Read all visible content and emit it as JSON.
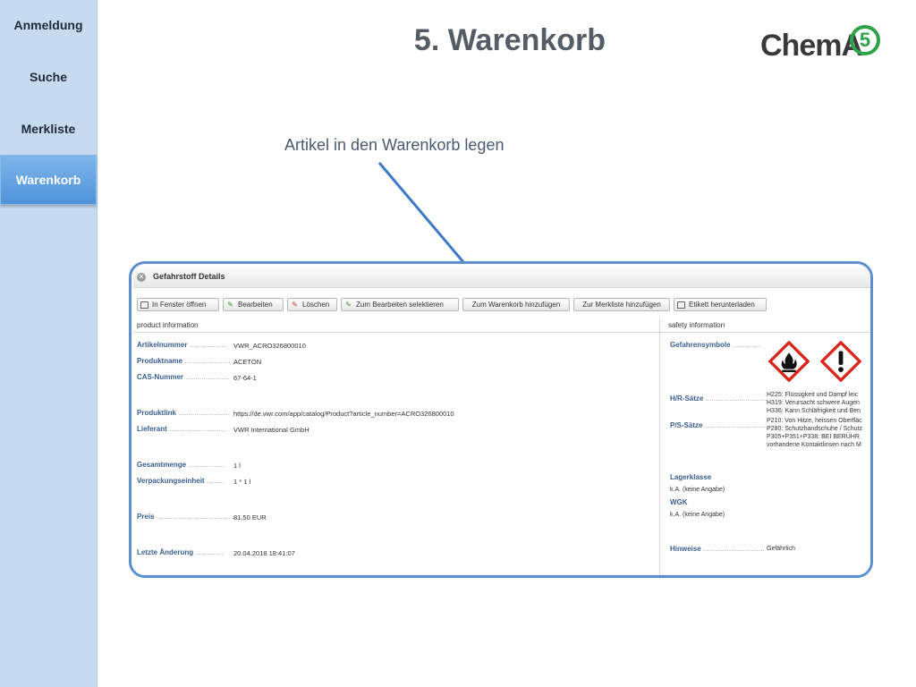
{
  "sidebar": {
    "items": [
      {
        "label": "Anmeldung",
        "active": false
      },
      {
        "label": "Suche",
        "active": false
      },
      {
        "label": "Merkliste",
        "active": false
      },
      {
        "label": "Warenkorb",
        "active": true
      }
    ]
  },
  "slide": {
    "title": "5. Warenkorb",
    "annotation": "Artikel in den Warenkorb legen"
  },
  "logo": {
    "text": "ChemA",
    "badge": "5"
  },
  "panel": {
    "title": "Gefahrstoff Details",
    "toolbar": [
      {
        "label": "In Fenster öffnen",
        "icon": "window-icon"
      },
      {
        "label": "Bearbeiten",
        "icon": "pencil-icon"
      },
      {
        "label": "Löschen",
        "icon": "delete-icon"
      },
      {
        "label": "Zum Bearbeiten selektieren",
        "icon": "pencil-icon"
      },
      {
        "label": "Zum Warenkorb hinzufügen",
        "icon": ""
      },
      {
        "label": "Zur Merkliste hinzufügen",
        "icon": ""
      },
      {
        "label": "Etikett herunterladen",
        "icon": "label-icon"
      }
    ],
    "sections": {
      "left": "product information",
      "right": "safety information"
    },
    "product": [
      {
        "label": "Artikelnummer",
        "dots": "...................",
        "value": "VWR_ACRO326800010"
      },
      {
        "label": "Produktname",
        "dots": ".......................",
        "value": "ACETON"
      },
      {
        "label": "CAS-Nummer",
        "dots": "......................",
        "value": "67-64-1"
      },
      {
        "label": "Produktlink",
        "dots": "..........................",
        "value": "https://de.vwr.com/app/catalog/Product?article_number=ACRO326800010"
      },
      {
        "label": "Lieferant",
        "dots": ".............................",
        "value": "VWR International GmbH"
      },
      {
        "label": "Gesamtmenge",
        "dots": "...................",
        "value": "1 l"
      },
      {
        "label": "Verpackungseinheit",
        "dots": ".........",
        "value": "1 * 1 l"
      },
      {
        "label": "Preis",
        "dots": "...........................................",
        "value": "81,50 EUR"
      },
      {
        "label": "Letzte Änderung",
        "dots": "..............",
        "value": "20.04.2018 18:41:07"
      }
    ],
    "safety": {
      "gefahrensymbole_label": "Gefahrensymbole",
      "gefahrensymbole_dots": "..............",
      "hr_label": "H/R-Sätze",
      "hr_dots": "...............................",
      "hr_lines": [
        "H225: Flüssigkeit und Dampf leic",
        "H319: Verursacht schwere Augen",
        "H336: Kann Schläfrigkeit und Ben"
      ],
      "ps_label": "P/S-Sätze",
      "ps_dots": "...............................",
      "ps_lines": [
        "P210: Von Hitze, heissen Oberfläc",
        "P280: Schutzhandschuhe / Schutz",
        "P305+P351+P338: BEI BERÜHR",
        "vorhandene Kontaktlinsen nach M"
      ],
      "lagerklasse_label": "Lagerklasse",
      "lagerklasse_value": "k.A. (keine Angabe)",
      "wgk_label": "WGK",
      "wgk_value": "k.A. (keine Angabe)",
      "hinweise_label": "Hinweise",
      "hinweise_dots": "...............................",
      "hinweise_value": "Gefährlich",
      "pictograms": [
        "flame-pictogram",
        "exclamation-pictogram"
      ]
    }
  }
}
